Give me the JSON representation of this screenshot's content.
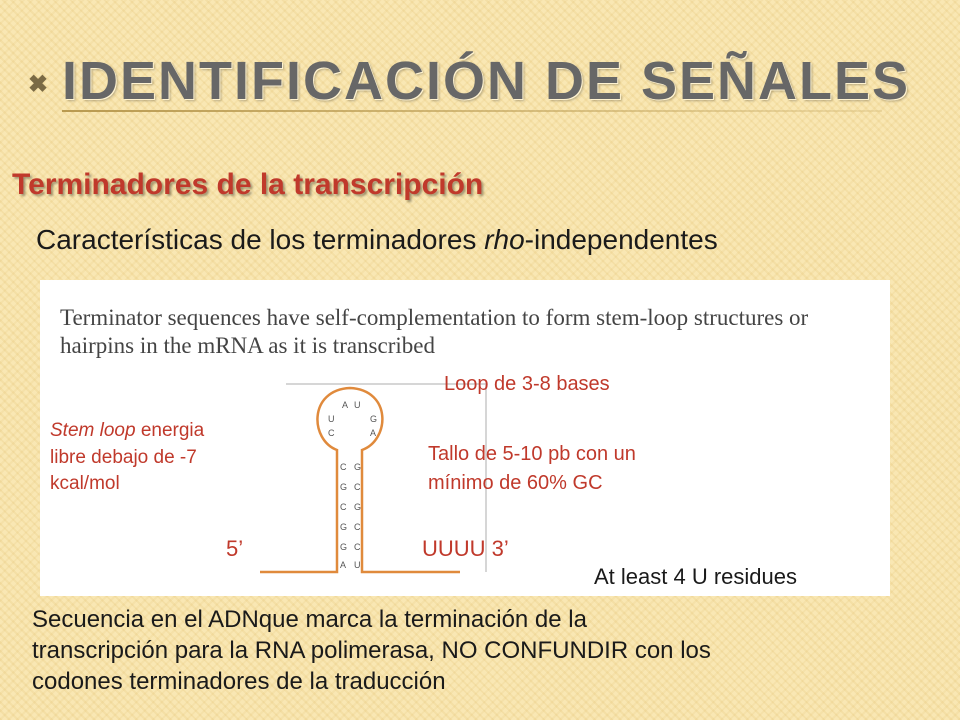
{
  "title": "Identificación de señales",
  "subtitle": "Terminadores de la transcripción",
  "characteristics": {
    "prefix": "Características de los terminadores ",
    "italic": "rho",
    "suffix": "-independentes"
  },
  "figure": {
    "caption_line1": "Terminator sequences have self-complementation to form stem-loop structures or",
    "caption_line2": "hairpins in the mRNA as it is transcribed",
    "loop_label": "Loop de 3-8 bases",
    "stem_energy": {
      "italic": "Stem loop",
      "line1_rest": " energia",
      "line2": "libre debajo de -7",
      "line3": "kcal/mol"
    },
    "tallo_line1": "Tallo de  5-10 pb con un",
    "tallo_line2": "mínimo de 60% GC",
    "five_prime": "5’",
    "three_prime_tail": "UUUU  3’",
    "at_least": "At least 4 U residues"
  },
  "footer_lines": [
    "Secuencia en el ADNque marca la terminación de la",
    "transcripción para la RNA polimerasa, NO CONFUNDIR con los",
    "codones terminadores de la traducción"
  ],
  "colors": {
    "accent_red": "#c0392b",
    "hairpin_orange": "#e08a3c",
    "title_gray": "#676767"
  }
}
